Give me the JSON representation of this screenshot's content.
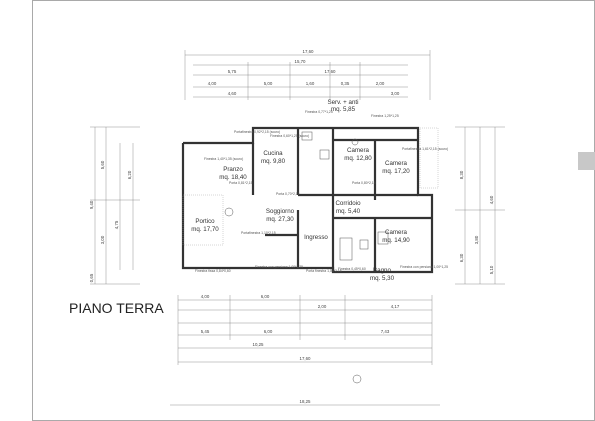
{
  "title": "PIANO TERRA",
  "rooms": [
    {
      "name": "Pranzo",
      "area": "mq. 18,40"
    },
    {
      "name": "Cucina",
      "area": "mq. 9,80"
    },
    {
      "name": "Serv. + anti",
      "area": "mq. 5,85"
    },
    {
      "name": "Camera",
      "area": "mq. 12,80"
    },
    {
      "name": "Camera",
      "area": "mq. 17,20"
    },
    {
      "name": "Soggiorno",
      "area": "mq. 27,30"
    },
    {
      "name": "Portico",
      "area": "mq. 17,70"
    },
    {
      "name": "Corridoio",
      "area": "mq. 5,40"
    },
    {
      "name": "Ingresso",
      "area": ""
    },
    {
      "name": "Bagno",
      "area": "mq. 5,30"
    },
    {
      "name": "Camera",
      "area": "mq. 14,90"
    }
  ],
  "dims_top": [
    "17,60",
    "15,70",
    "5,75",
    "17,60",
    "4,00",
    "5,00",
    "1,60",
    "0,35",
    "2,00",
    "4,60",
    "3,00"
  ],
  "dims_bottom": [
    "4,00",
    "6,00",
    "4,17",
    "2,00",
    "5,45",
    "6,00",
    "7,43",
    "10,25",
    "17,60",
    "18,25"
  ],
  "dims_left": [
    "9,40",
    "5,60",
    "3,00",
    "4,75",
    "6,20",
    "0,65"
  ],
  "dims_right": [
    "8,30",
    "3,80",
    "4,60",
    "6,30",
    "5,10"
  ],
  "notes": [
    "Finestra 1,40*1,35 (scuro)",
    "Finestra 0,60*1,25 (scuro)",
    "Portafinestra 0,92*2,15 (scuro)",
    "Finestra 0,77*1,25",
    "Finestra 1,25*1,25",
    "Portafinestra 1,61*2,15 (scuro)",
    "Porta 0,81*2,15",
    "Porta 0,70*2,15",
    "Porta 0,80*2,15",
    "Portafinestra 1,10*2,15",
    "Finestra fissa 0,84*0,60",
    "Finestra con persiana 1,00*1,25",
    "Porta finestra 1,00*2,15",
    "Finestra 0,45*0,60",
    "Finestra con persiana 1,00*1,25"
  ]
}
